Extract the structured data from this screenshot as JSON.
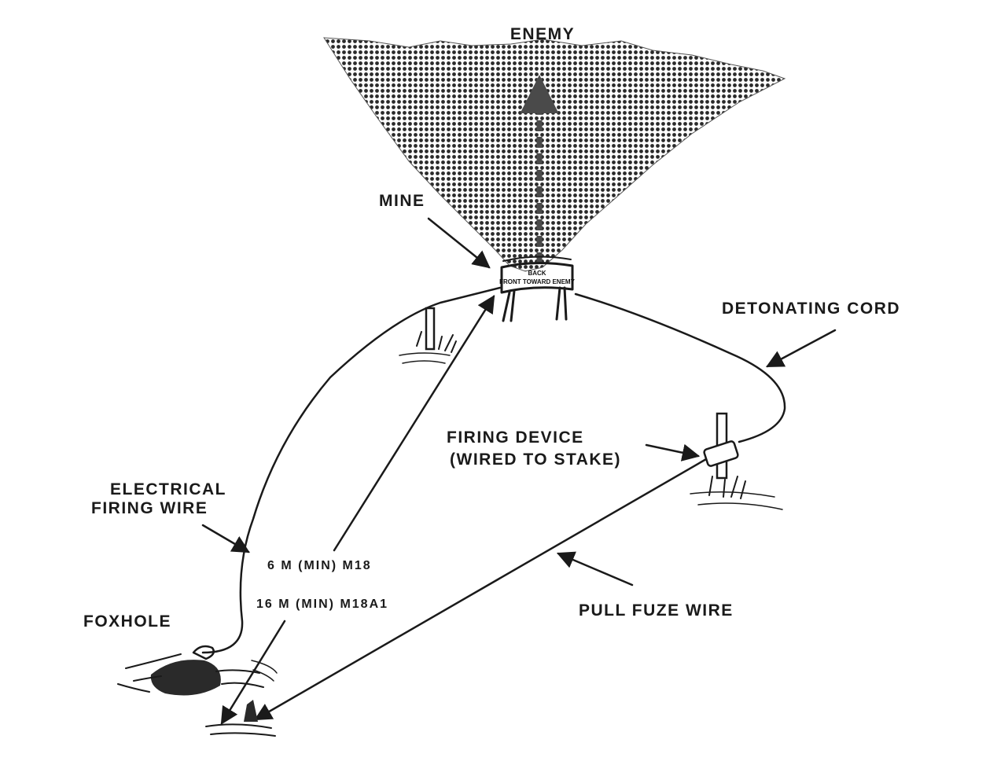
{
  "labels": {
    "enemy": "ENEMY",
    "mine": "MINE",
    "detonating_cord": "DETONATING CORD",
    "firing_device_line1": "FIRING DEVICE",
    "firing_device_line2": "(WIRED TO STAKE)",
    "electrical_line1": "ELECTRICAL",
    "electrical_line2": "FIRING WIRE",
    "distance_m18": "6 M (MIN) M18",
    "distance_m18a1": "16 M (MIN) M18A1",
    "foxhole": "FOXHOLE",
    "pull_fuze_wire": "PULL FUZE WIRE"
  },
  "mine_markings": {
    "line1": "BACK",
    "line2": "FRONT TOWARD ENEMY"
  },
  "colors": {
    "ink": "#1a1a1a",
    "background": "#ffffff"
  }
}
